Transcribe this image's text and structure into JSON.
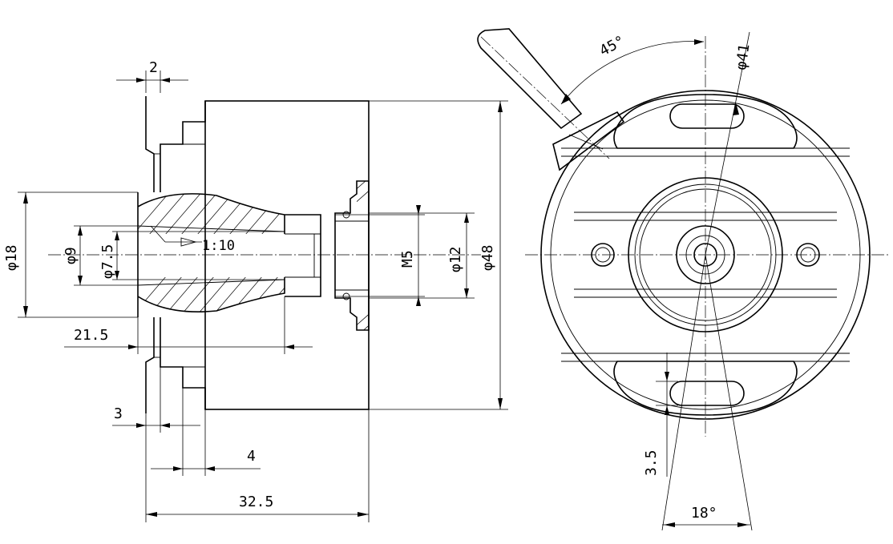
{
  "dimensions": {
    "flange_gap": "2",
    "dia_18": "φ18",
    "dia_9": "φ9",
    "dia_7_5": "φ7.5",
    "taper": "1:10",
    "thread": "M5",
    "dia_12": "φ12",
    "dia_48": "φ48",
    "len_21_5": "21.5",
    "len_3": "3",
    "len_4": "4",
    "len_32_5": "32.5",
    "angle_45": "45°",
    "dia_41": "φ41",
    "slot_3_5": "3.5",
    "angle_18": "18°"
  }
}
